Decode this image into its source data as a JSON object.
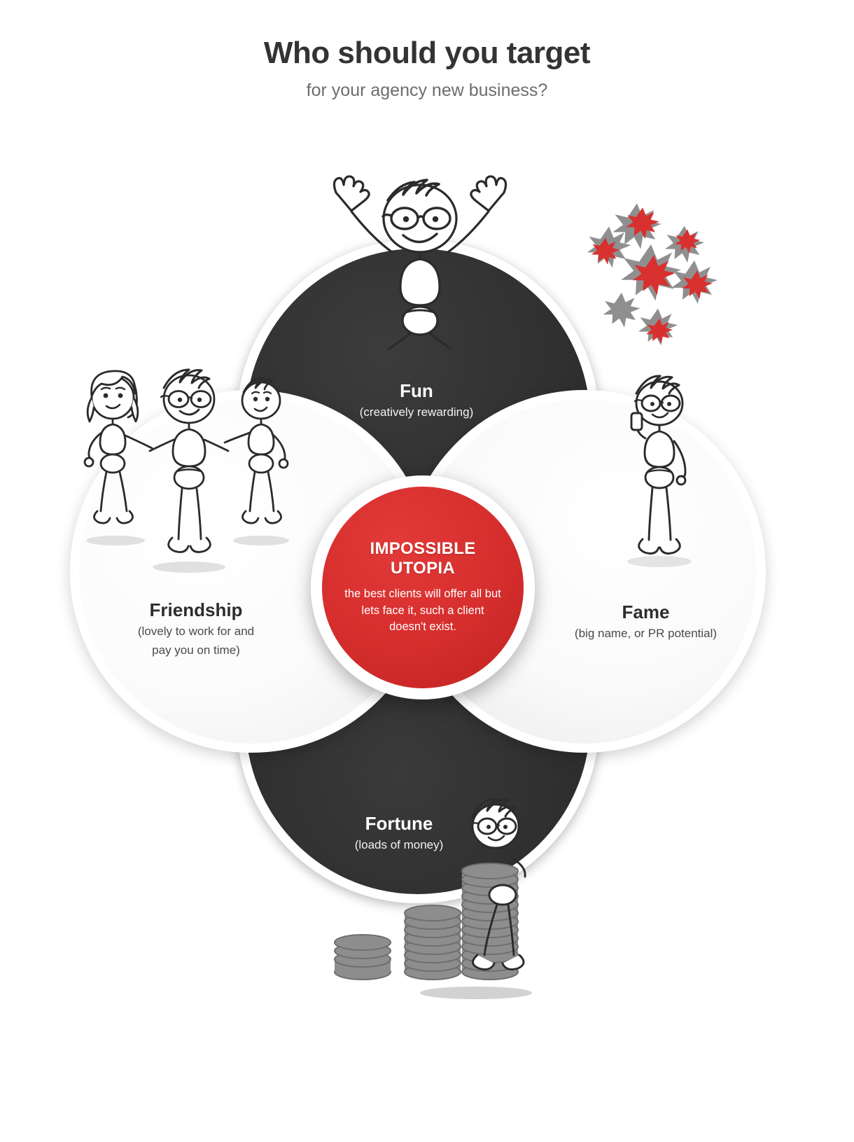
{
  "header": {
    "title": "Who should you target",
    "subtitle": "for your agency new business?"
  },
  "diagram": {
    "type": "venn",
    "kind": "4-circle overlapping venn with central intersection",
    "center": {
      "name": "impossible-utopia",
      "title_line1": "IMPOSSIBLE",
      "title_line2": "UTOPIA",
      "description": "the best clients will offer all but lets face it, such a client doesn't exist.",
      "color": "#d8302f",
      "text_color": "#ffffff"
    },
    "circles": [
      {
        "id": "fun",
        "position": "top",
        "label": "Fun",
        "description": "(creatively rewarding)",
        "fill": "#2f2f2f",
        "text_color": "#ffffff",
        "illustration": "stick-figure-cheering-arms-up"
      },
      {
        "id": "friendship",
        "position": "left",
        "label": "Friendship",
        "description_line1": "(lovely to work for and",
        "description_line2": "pay you on time)",
        "fill": "#fbfbfb",
        "text_color": "#2e2e2e",
        "illustration": "three-stick-figures-group"
      },
      {
        "id": "fame",
        "position": "right",
        "label": "Fame",
        "description": "(big name, or PR potential)",
        "fill": "#fafafa",
        "text_color": "#2e2e2e",
        "illustration": "stick-figure-on-phone"
      },
      {
        "id": "fortune",
        "position": "bottom",
        "label": "Fortune",
        "description": "(loads of money)",
        "fill": "#2e2e2e",
        "text_color": "#ffffff",
        "illustration": "stick-figure-with-coin-stacks"
      }
    ],
    "decorations": [
      {
        "id": "star-burst",
        "name": "star-burst-cluster",
        "colors": [
          "#d8302f",
          "#8f8f8f"
        ],
        "count": 10
      }
    ]
  },
  "palette": {
    "accent_red": "#d8302f",
    "dark": "#2f2f2f",
    "light": "#fbfbfb",
    "title_text": "#333333",
    "subtitle_text": "#6d6d6d",
    "background": "#ffffff"
  }
}
